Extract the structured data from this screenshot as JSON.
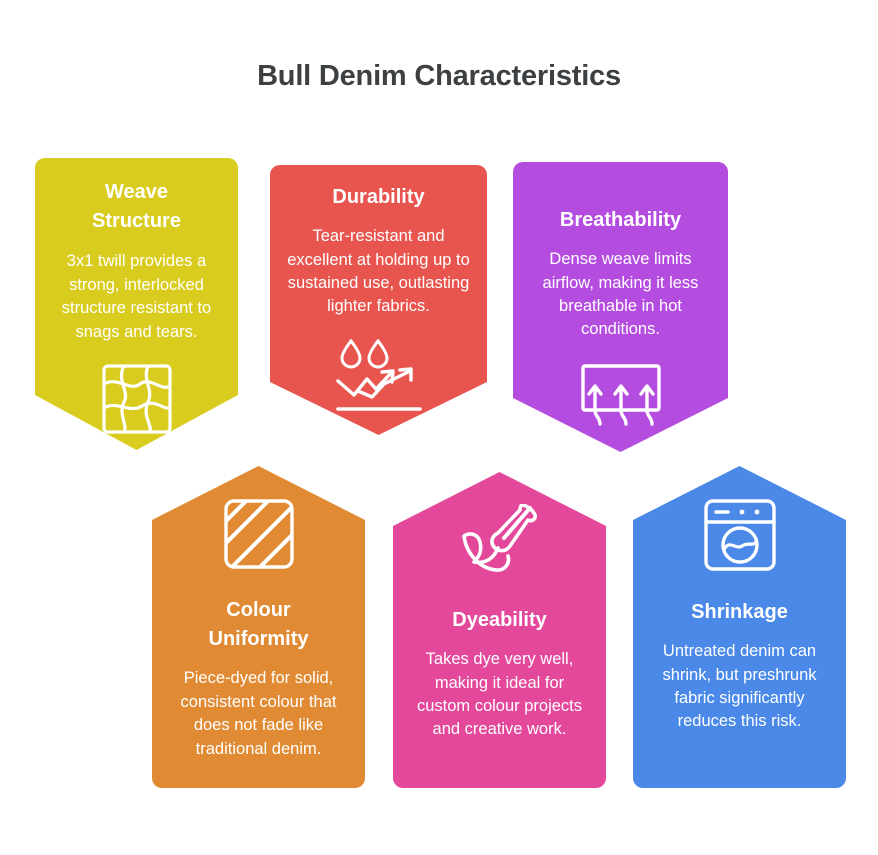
{
  "page": {
    "title": "Bull Denim Characteristics",
    "background": "#ffffff",
    "title_color": "#3c4043"
  },
  "cards": [
    {
      "id": "weave-structure",
      "title": "Weave\nStructure",
      "title_line1": "Weave",
      "title_line2": "Structure",
      "description": "3x1 twill provides a strong, interlocked structure resistant to snags and tears.",
      "color": "#D9CC1E",
      "icon": "woven-mesh-icon",
      "row": "top",
      "column": 1,
      "point_direction": "down"
    },
    {
      "id": "durability",
      "title": "Durability",
      "title_line1": "Durability",
      "title_line2": "",
      "description": "Tear-resistant and excellent at holding up to sustained use, outlasting lighter fabrics.",
      "color": "#E8554E",
      "icon": "water-drops-arrows-icon",
      "row": "top",
      "column": 2,
      "point_direction": "down"
    },
    {
      "id": "breathability",
      "title": "Breathability",
      "title_line1": "Breathability",
      "title_line2": "",
      "description": "Dense weave limits airflow, making it less breathable in hot conditions.",
      "color": "#B44CE0",
      "icon": "airflow-arrows-icon",
      "row": "top",
      "column": 3,
      "point_direction": "down"
    },
    {
      "id": "colour-uniformity",
      "title": "Colour Uniformity",
      "title_line1": "Colour",
      "title_line2": "Uniformity",
      "description": "Piece-dyed for solid, consistent colour that does not fade like traditional denim.",
      "color": "#E08B33",
      "icon": "diagonal-stripes-icon",
      "row": "bottom",
      "column": 1,
      "point_direction": "up"
    },
    {
      "id": "dyeability",
      "title": "Dyeability",
      "title_line1": "Dyeability",
      "title_line2": "",
      "description": "Takes dye very well, making it ideal for custom colour projects and creative work.",
      "color": "#E3489B",
      "icon": "paintbrush-icon",
      "row": "bottom",
      "column": 2,
      "point_direction": "up"
    },
    {
      "id": "shrinkage",
      "title": "Shrinkage",
      "title_line1": "Shrinkage",
      "title_line2": "",
      "description": "Untreated denim can shrink, but preshrunk fabric significantly reduces this risk.",
      "color": "#4A89E8",
      "icon": "washing-machine-icon",
      "row": "bottom",
      "column": 3,
      "point_direction": "up"
    }
  ]
}
